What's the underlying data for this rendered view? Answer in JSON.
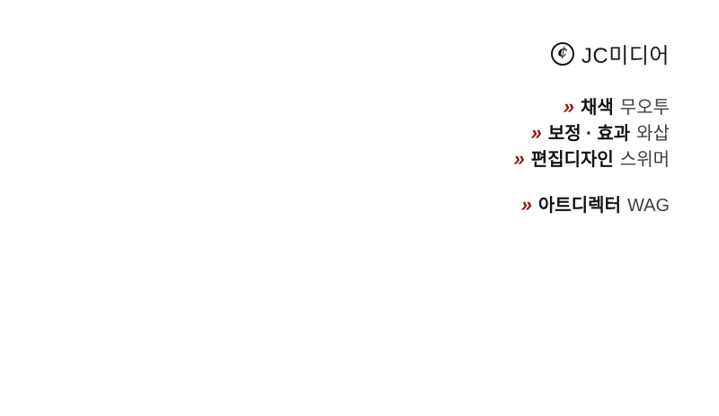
{
  "page": {
    "background_color": "#ffffff"
  },
  "logo": {
    "brand": "JC미디어",
    "icon_glyph": "¢",
    "icon_color": "#161616"
  },
  "credits": {
    "accent_color": "#8e1a1d",
    "chevron": "»",
    "items": [
      {
        "role": "채색",
        "name": "무오투"
      },
      {
        "role": "보정 · 효과",
        "name": "와삽"
      },
      {
        "role": "편집디자인",
        "name": "스위머"
      },
      {
        "role": "아트디렉터",
        "name": "WAG"
      }
    ]
  }
}
